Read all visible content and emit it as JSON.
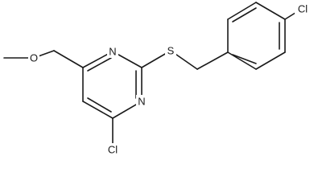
{
  "molecule": {
    "atoms": {
      "methoxy_o": "O",
      "ring_n_upper": "N",
      "ring_n_lower": "N",
      "thioether_s": "S",
      "ring_cl": "Cl",
      "benzyl_cl": "Cl"
    }
  }
}
